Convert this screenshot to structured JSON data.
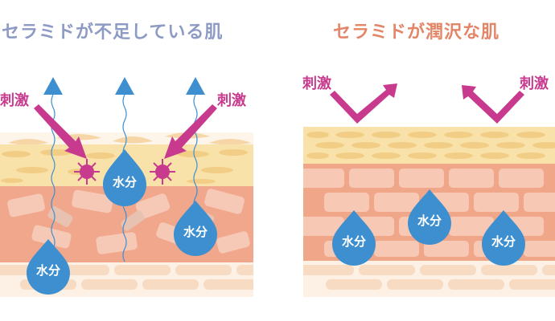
{
  "left_panel": {
    "title": "セラミドが不足している肌",
    "stimulus_left": "刺激",
    "stimulus_right": "刺激",
    "water_labels": [
      "水分",
      "水分",
      "水分"
    ]
  },
  "right_panel": {
    "title": "セラミドが潤沢な肌",
    "stimulus_left": "刺激",
    "stimulus_right": "刺激",
    "water_labels": [
      "水分",
      "水分",
      "水分"
    ]
  },
  "colors": {
    "title_left": "#8d9ac4",
    "title_right": "#e38668",
    "stimulus": "#c83a8e",
    "water_drop": "#3d8fd0",
    "escape_arrow": "#3d8fd0",
    "surface_layer": "#f7dca3",
    "cell_layer": "#f0a688",
    "base_layer": "#f8e2cc"
  }
}
